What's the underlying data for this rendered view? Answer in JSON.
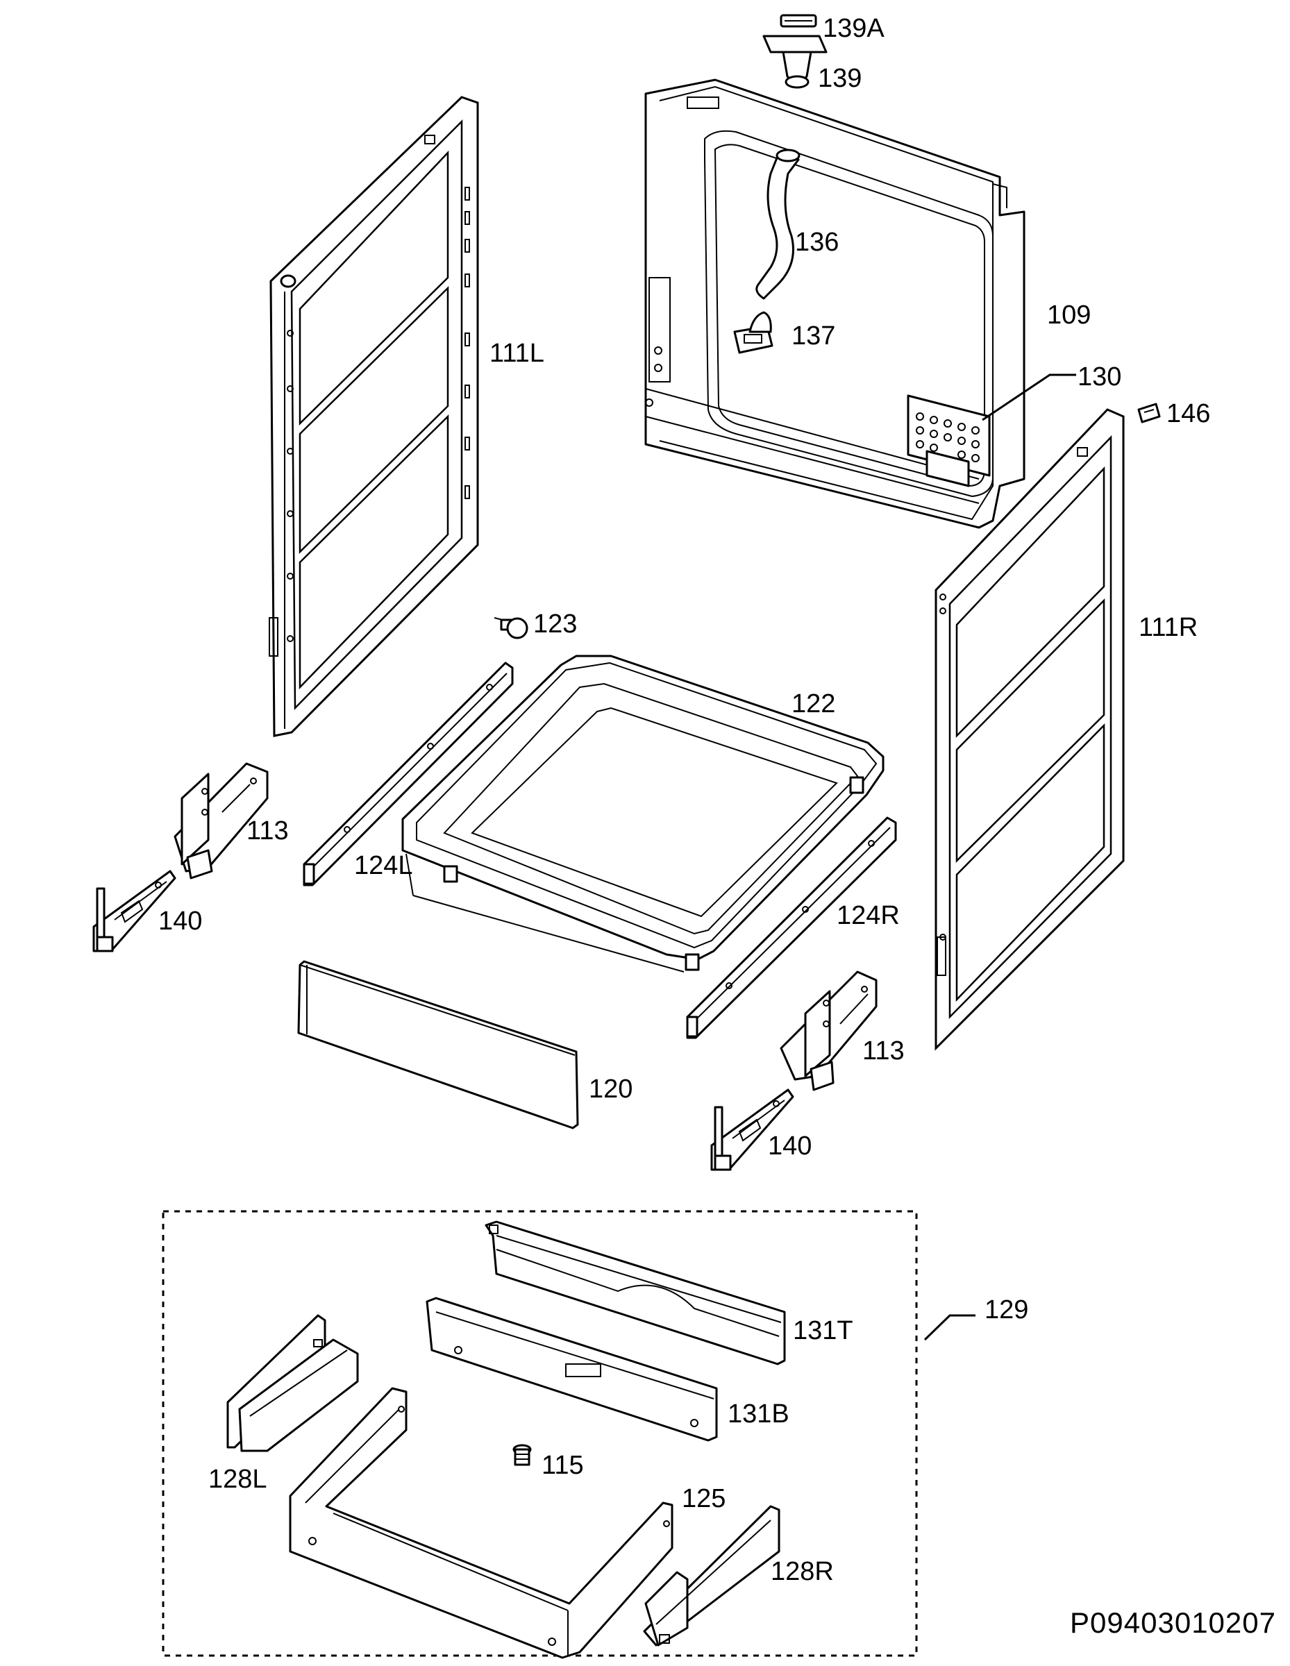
{
  "diagram": {
    "document_id": "P09403010207",
    "labels": {
      "p139A": "139A",
      "p139": "139",
      "p136": "136",
      "p137": "137",
      "p109": "109",
      "p130": "130",
      "p146": "146",
      "p111L": "111L",
      "p111R": "111R",
      "p123": "123",
      "p122": "122",
      "p113a": "113",
      "p113b": "113",
      "p124L": "124L",
      "p124R": "124R",
      "p140a": "140",
      "p140b": "140",
      "p120": "120",
      "p129": "129",
      "p131T": "131T",
      "p131B": "131B",
      "p115": "115",
      "p125": "125",
      "p128L": "128L",
      "p128R": "128R"
    }
  }
}
